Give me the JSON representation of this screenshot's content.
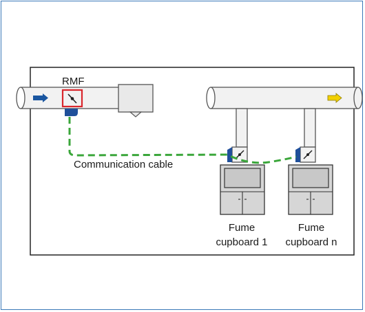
{
  "labels": {
    "rmf": "RMF",
    "communication_cable": "Communication cable",
    "fume_cupboard_1_line1": "Fume",
    "fume_cupboard_1_line2": "cupboard 1",
    "fume_cupboard_n_line1": "Fume",
    "fume_cupboard_n_line2": "cupboard n"
  },
  "colors": {
    "frame_border": "#3a78b8",
    "room_border": "#222222",
    "duct_fill": "#f2f2f2",
    "duct_stroke": "#555555",
    "supply_arrow": "#1a56a0",
    "exhaust_arrow": "#f2d000",
    "rmf_highlight": "#d9262c",
    "actuator": "#1f4f9a",
    "cable": "#3aa63a",
    "cupboard_fill": "#d6d6d6"
  },
  "icons": {
    "supply_flow": "arrow-right-icon",
    "exhaust_flow": "arrow-right-icon",
    "damper": "damper-icon",
    "actuator": "actuator-icon"
  }
}
